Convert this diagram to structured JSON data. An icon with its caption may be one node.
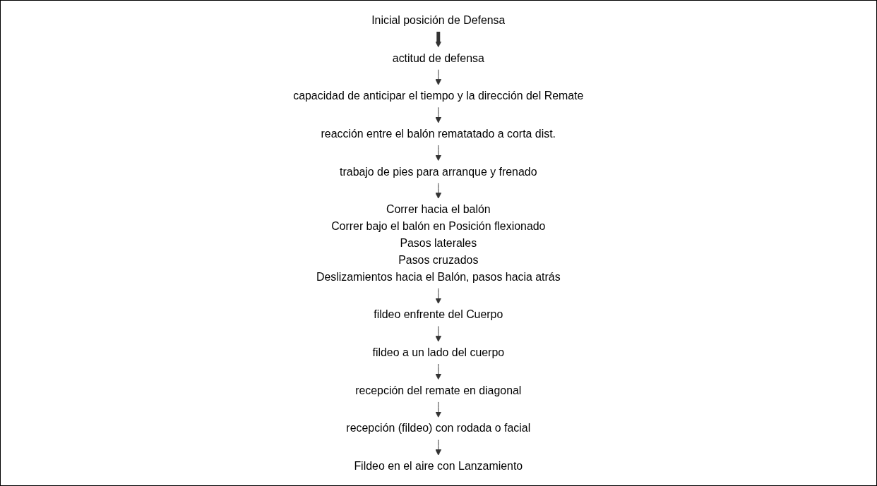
{
  "diagram": {
    "nodes": [
      {
        "text": [
          "Inicial posición de Defensa"
        ]
      },
      {
        "text": [
          "actitud de defensa"
        ]
      },
      {
        "text": [
          "capacidad de anticipar el tiempo y la dirección del Remate"
        ]
      },
      {
        "text": [
          "reacción entre el balón rematatado a corta dist."
        ]
      },
      {
        "text": [
          "trabajo de pies para arranque y frenado"
        ]
      },
      {
        "text": [
          "Correr hacia el balón",
          "Correr bajo el balón en Posición flexionado",
          "Pasos laterales",
          "Pasos cruzados",
          "Deslizamientos hacia el Balón, pasos hacia atrás"
        ]
      },
      {
        "text": [
          "fildeo enfrente del Cuerpo"
        ]
      },
      {
        "text": [
          "fildeo a un lado del cuerpo"
        ]
      },
      {
        "text": [
          "recepción del remate en diagonal"
        ]
      },
      {
        "text": [
          "recepción (fildeo) con rodada o facial"
        ]
      },
      {
        "text": [
          "Fildeo en el aire con Lanzamiento"
        ]
      }
    ],
    "edges": [
      {
        "from": 0,
        "to": 1,
        "arrow": "to",
        "style": "thick"
      },
      {
        "from": 1,
        "to": 2,
        "arrow": "to"
      },
      {
        "from": 2,
        "to": 3,
        "arrow": "to"
      },
      {
        "from": 3,
        "to": 4,
        "arrow": "to"
      },
      {
        "from": 4,
        "to": 5,
        "arrow": "to"
      },
      {
        "from": 5,
        "to": 6,
        "arrow": "to"
      },
      {
        "from": 6,
        "to": 7,
        "arrow": "to"
      },
      {
        "from": 7,
        "to": 8,
        "arrow": "to"
      },
      {
        "from": 8,
        "to": 9,
        "arrow": "to"
      },
      {
        "from": 9,
        "to": 10,
        "arrow": "to"
      }
    ]
  }
}
